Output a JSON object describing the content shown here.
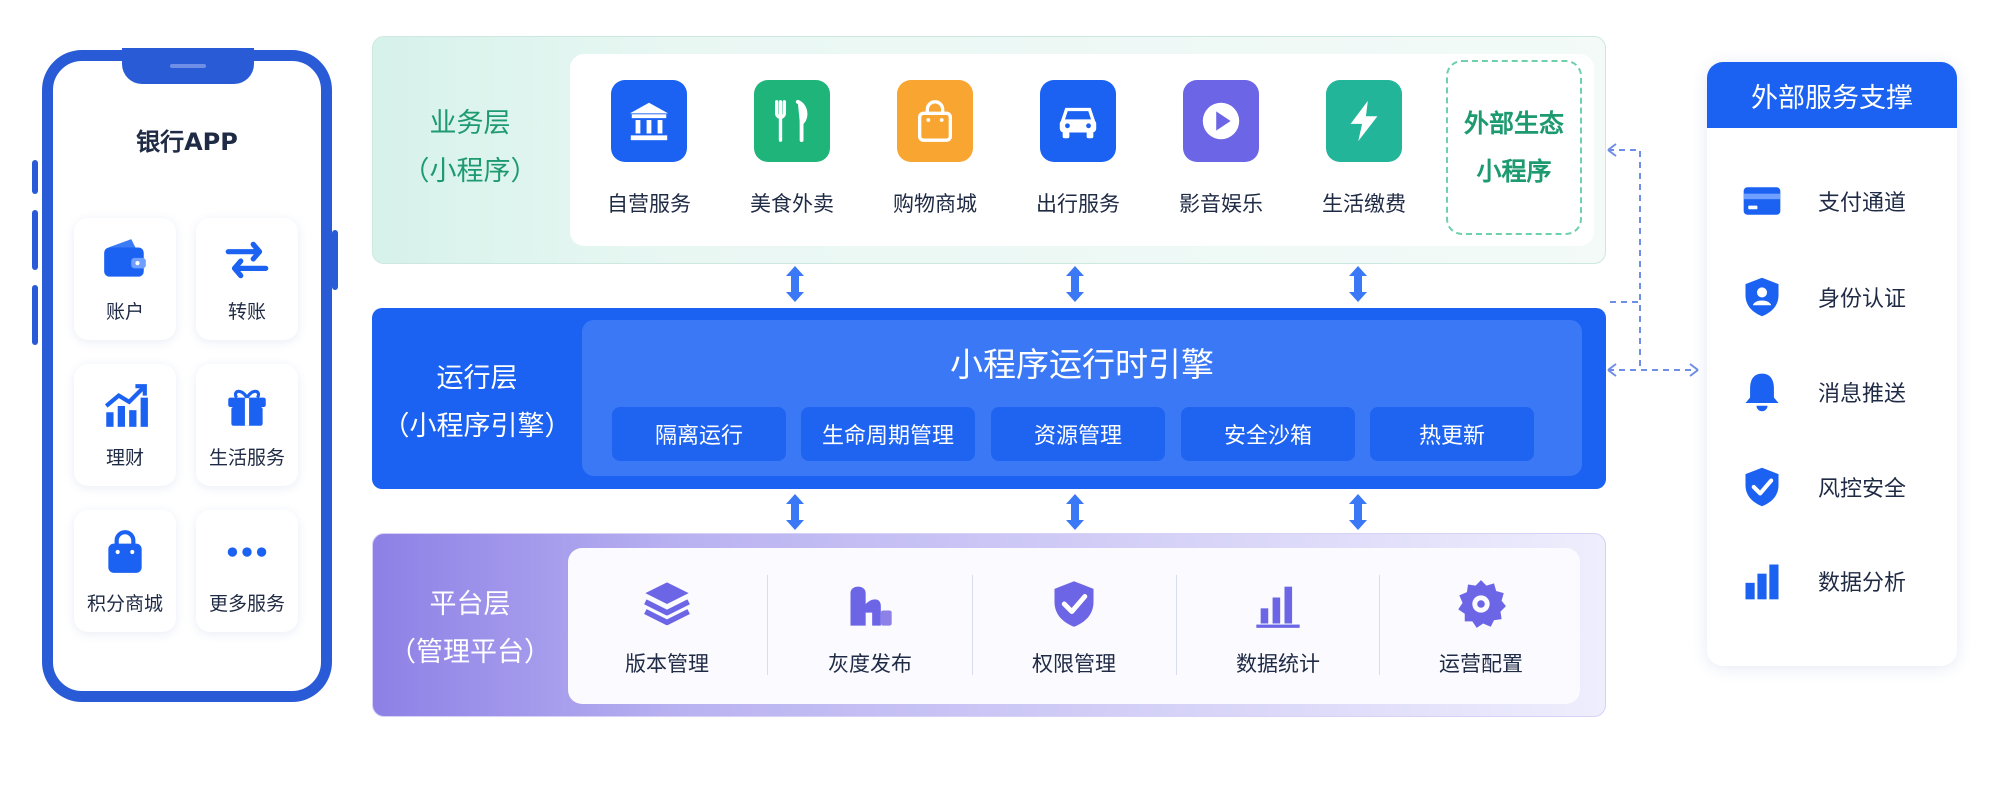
{
  "phone": {
    "title": "银行APP",
    "apps": [
      {
        "label": "账户",
        "icon": "wallet-icon"
      },
      {
        "label": "转账",
        "icon": "transfer-icon"
      },
      {
        "label": "理财",
        "icon": "growth-chart-icon"
      },
      {
        "label": "生活服务",
        "icon": "gift-icon"
      },
      {
        "label": "积分商城",
        "icon": "shopping-bag-icon"
      },
      {
        "label": "更多服务",
        "icon": "more-dots-icon"
      }
    ]
  },
  "business_layer": {
    "title_line1": "业务层",
    "title_line2": "（小程序）",
    "items": [
      {
        "label": "自营服务",
        "icon": "bank-icon",
        "color": "#1b62f2"
      },
      {
        "label": "美食外卖",
        "icon": "fork-knife-icon",
        "color": "#1fb57a"
      },
      {
        "label": "购物商城",
        "icon": "shopping-bag-icon",
        "color": "#f8a531"
      },
      {
        "label": "出行服务",
        "icon": "car-icon",
        "color": "#1b62f2"
      },
      {
        "label": "影音娱乐",
        "icon": "play-icon",
        "color": "#6c66e6"
      },
      {
        "label": "生活缴费",
        "icon": "lightning-icon",
        "color": "#23b59a"
      }
    ],
    "external_line1": "外部生态",
    "external_line2": "小程序"
  },
  "runtime_layer": {
    "title_line1": "运行层",
    "title_line2": "（小程序引擎）",
    "engine": "小程序运行时引擎",
    "chips": [
      "隔离运行",
      "生命周期管理",
      "资源管理",
      "安全沙箱",
      "热更新"
    ]
  },
  "platform_layer": {
    "title_line1": "平台层",
    "title_line2": "（管理平台）",
    "items": [
      {
        "label": "版本管理",
        "icon": "layers-icon"
      },
      {
        "label": "灰度发布",
        "icon": "canary-release-icon"
      },
      {
        "label": "权限管理",
        "icon": "shield-check-icon"
      },
      {
        "label": "数据统计",
        "icon": "bar-chart-icon"
      },
      {
        "label": "运营配置",
        "icon": "gear-icon"
      }
    ]
  },
  "external_services": {
    "title": "外部服务支撑",
    "items": [
      {
        "label": "支付通道",
        "icon": "card-icon"
      },
      {
        "label": "身份认证",
        "icon": "user-shield-icon"
      },
      {
        "label": "消息推送",
        "icon": "bell-icon"
      },
      {
        "label": "风控安全",
        "icon": "shield-check-icon"
      },
      {
        "label": "数据分析",
        "icon": "bar-chart-icon"
      }
    ]
  },
  "colors": {
    "primary": "#1b62f2",
    "green": "#1d9a6f",
    "purple": "#8d80e6"
  }
}
